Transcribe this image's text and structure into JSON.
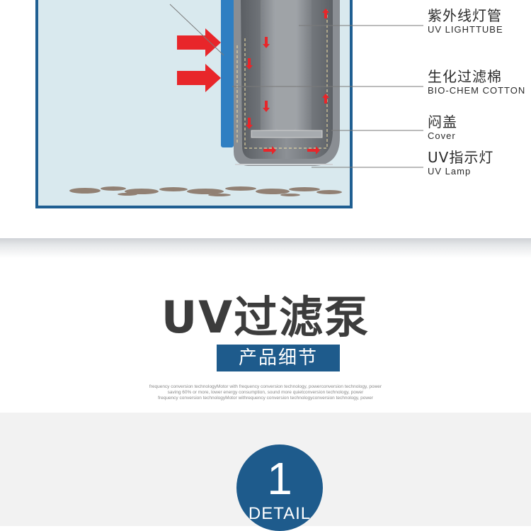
{
  "diagram": {
    "labels": [
      {
        "cn": "紫外线灯管",
        "en": "UV LIGHTTUBE"
      },
      {
        "cn": "生化过滤棉",
        "en": "BIO-CHEM COTTON"
      },
      {
        "cn": "闷盖",
        "en": "Cover"
      },
      {
        "cn": "UV指示灯",
        "en": "UV Lamp"
      }
    ]
  },
  "title": {
    "main": "UV过滤泵",
    "badge": "产品细节",
    "description": [
      "frequency conversion technologyMotor with  frequency conversion technology, powerconversion technology, power",
      "saving 60% or more, lower energy consumption, sound more quietconversion technology, power",
      "frequency conversion technologyMotor withrequency conversion technologyconversion technology, power"
    ]
  },
  "detail": {
    "number": "1",
    "label": "DETAIL"
  },
  "colors": {
    "brand_blue": "#1e5b8c",
    "tank_frame": "#1f5f92",
    "arrow_red": "#e8262a",
    "water": "#d9e9ee"
  }
}
